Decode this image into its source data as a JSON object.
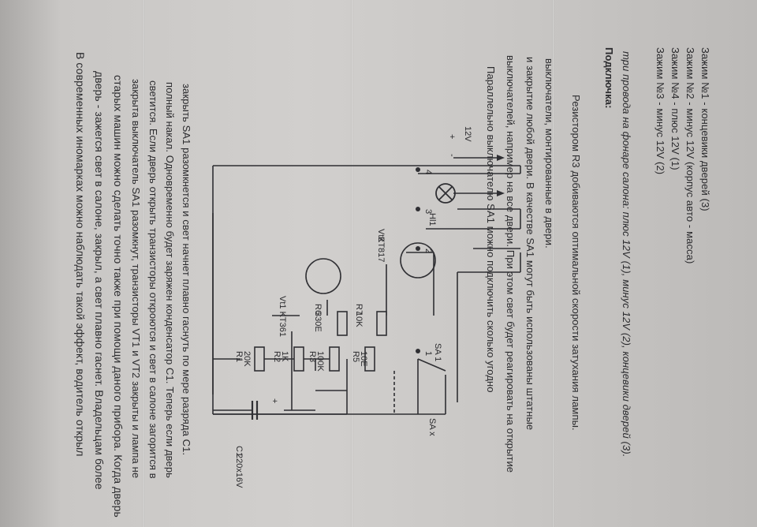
{
  "intro": [
    "В современных иномарках можно наблюдать такой эффект, водитель открыл",
    "дверь - зажегся свет в салоне, закрыл, а свет плавно гаснет. Владельцам более",
    "старых машин можно сделать точно также при помощи даного прибора. Когда дверь",
    "закрыта выключатель SA1 разомкнут, транзисторы VT1 и VT2 закрыты и лампа не",
    "светится. Если дверь открыть транзисторы откроются и свет в салоне загорится в",
    "полный накал. Одновременно будет заряжен конденсатор С1. Теперь если дверь",
    "закрыть SA1 разомкнется и свет начнет плавно гаснуть по мере разряда С1."
  ],
  "schematic": {
    "labels": {
      "r1_name": "R1",
      "r1_value": "20K",
      "r2_name": "R2",
      "r2_value": "1K",
      "r3_name": "R3",
      "r3_value": "100K",
      "r5_name": "R5",
      "r5_value": "10E",
      "r6_name": "R6",
      "r6_value": "330E",
      "r7_name": "R7",
      "r7_value": "10K",
      "vt1": "Vt1 KT361",
      "vt2_name": "Vt2",
      "vt2_value": "KT817",
      "c1_name": "C1",
      "c1_value": "220x16V",
      "sa1": "SA 1",
      "sax": "SA x",
      "hl1": "Hl1",
      "plus": "+",
      "minus": "-",
      "cap_plus": "+",
      "voltage": "12V",
      "t1": "1",
      "t2": "2",
      "t3": "3",
      "t4": "4"
    }
  },
  "parallel": [
    "Параллельно выключателю SA1 можно подключить сколько угодно",
    "выключателей, например на все двери. При этом свет будет реагировать на открытие",
    "и закрытие любой двери. В качестве SA1 могут быть использованы штатные",
    "выключатели, монтированные в двери.",
    "Резистором R3 добиваются оптимальной скорости затухания лампы."
  ],
  "connection": {
    "heading": "Подключка:",
    "description": "три провода на фонаре салона: плюс 12V (1), минус 12V (2), концевики дверей (3).",
    "terminals": [
      "Зажим №3 - минус 12V (2)",
      "Зажим №4 - плюс 12V (1)",
      "Зажим №2 - минус 12V (корпус авто - масса)",
      "Зажим №1 - концевики дверей (3)"
    ]
  }
}
